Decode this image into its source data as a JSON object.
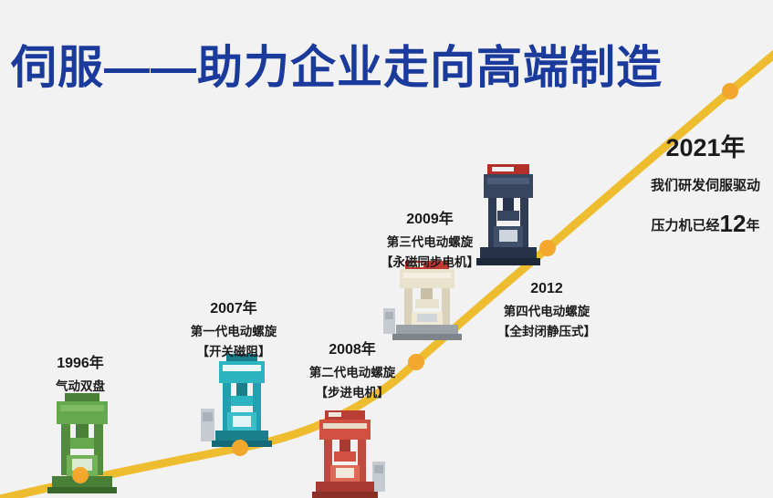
{
  "page": {
    "title": "伺服——助力企业走向高端制造"
  },
  "milestones": [
    {
      "year": "1996年",
      "lines": [
        "气动双盘"
      ]
    },
    {
      "year": "2007年",
      "lines": [
        "第一代电动螺旋",
        "【开关磁阻】"
      ]
    },
    {
      "year": "2008年",
      "lines": [
        "第二代电动螺旋",
        "【步进电机】"
      ]
    },
    {
      "year": "2009年",
      "lines": [
        "第三代电动螺旋",
        "【永磁同步电机】"
      ]
    },
    {
      "year": "2012",
      "lines": [
        "第四代电动螺旋",
        "【全封闭静压式】"
      ]
    },
    {
      "year": "2021年",
      "line1": "我们研发伺服驱动",
      "line2_prefix": "压力机已经",
      "line2_number": "12",
      "line2_suffix": "年"
    }
  ],
  "colors": {
    "title_blue": "#1a3a9c",
    "curve_gold": "#eebd2f",
    "dot_orange": "#f3a72d",
    "machine_1996_green": "#66a84d",
    "machine_2007_teal": "#2cb4c1",
    "machine_2008_red": "#d05044",
    "machine_2009_cream": "#e9e2cd",
    "machine_2012_navy": "#36465f"
  }
}
